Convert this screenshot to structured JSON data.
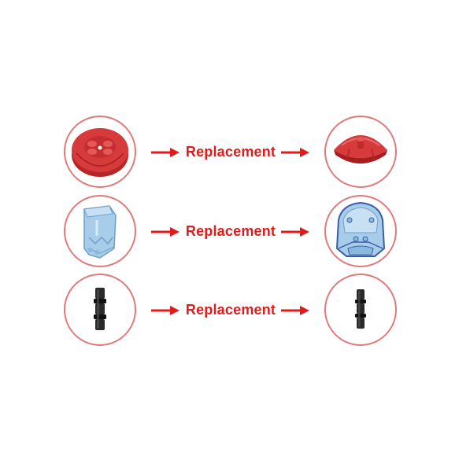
{
  "rows": [
    {
      "label": "Replacement",
      "from_part": "red-dish-round-plate-with-studs-icon",
      "to_part": "red-dish-round-radar-icon"
    },
    {
      "label": "Replacement",
      "from_part": "trans-blue-windscreen-small-icon",
      "to_part": "trans-blue-windscreen-large-icon"
    },
    {
      "label": "Replacement",
      "from_part": "black-connector-pin-icon",
      "to_part": "black-connector-pin-icon"
    }
  ],
  "colors": {
    "accent": "#e31a1a",
    "circle_border": "#e07a7a",
    "red_part": "#d63a3a",
    "trans_blue": "#a8cdea",
    "black_part": "#1a1a1a"
  }
}
